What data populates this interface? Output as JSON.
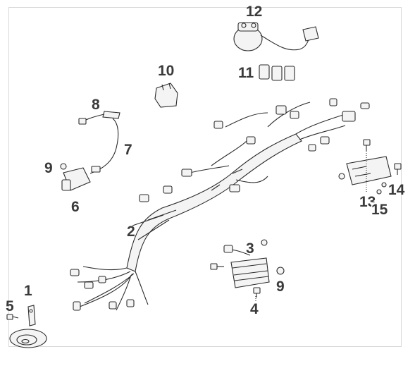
{
  "callouts": [
    {
      "id": "c1",
      "text": "1"
    },
    {
      "id": "c2",
      "text": "2"
    },
    {
      "id": "c3",
      "text": "3"
    },
    {
      "id": "c4",
      "text": "4"
    },
    {
      "id": "c5",
      "text": "5"
    },
    {
      "id": "c6",
      "text": "6"
    },
    {
      "id": "c7",
      "text": "7"
    },
    {
      "id": "c8",
      "text": "8"
    },
    {
      "id": "c9a",
      "text": "9"
    },
    {
      "id": "c9b",
      "text": "9"
    },
    {
      "id": "c10",
      "text": "10"
    },
    {
      "id": "c11",
      "text": "11"
    },
    {
      "id": "c12",
      "text": "12"
    },
    {
      "id": "c13",
      "text": "13"
    },
    {
      "id": "c14",
      "text": "14"
    },
    {
      "id": "c15",
      "text": "15"
    }
  ]
}
